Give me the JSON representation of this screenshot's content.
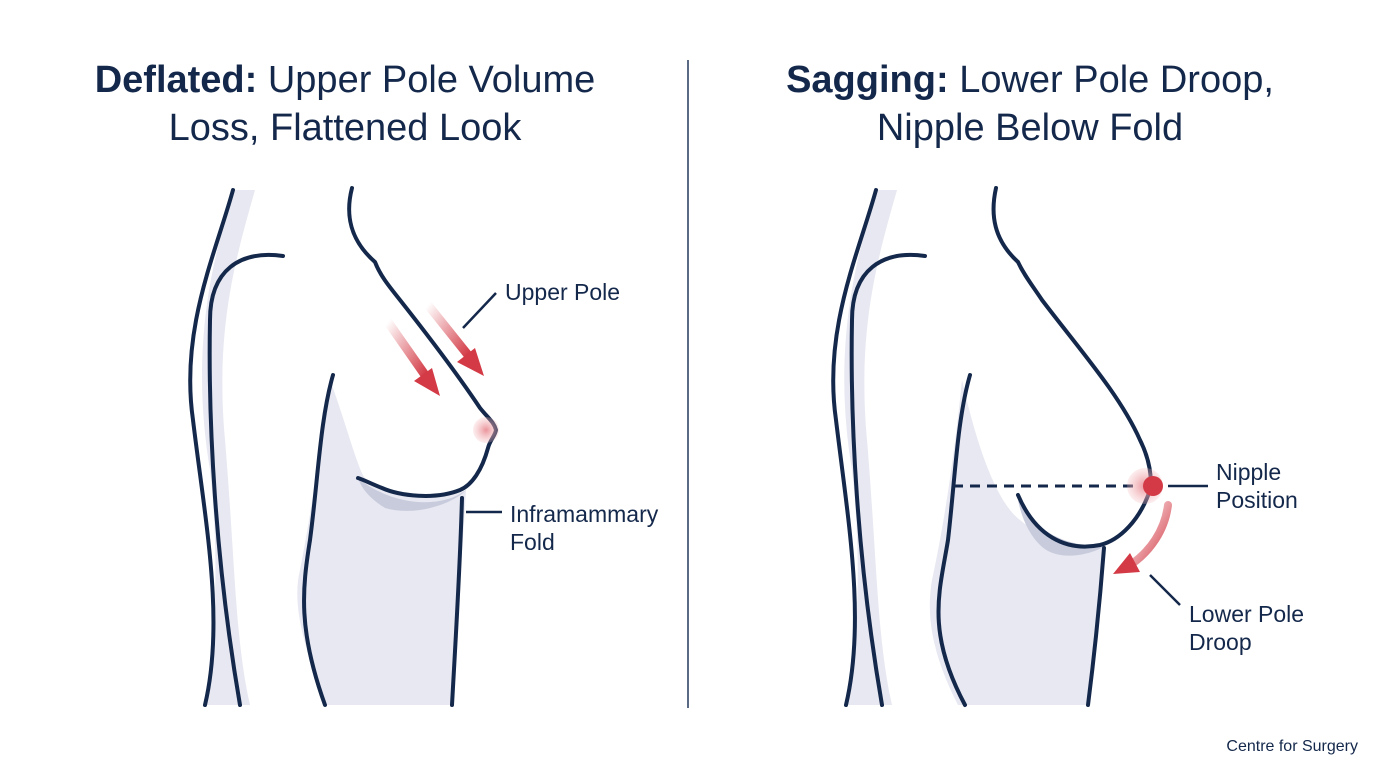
{
  "left_panel": {
    "title_bold": "Deflated:",
    "title_line1_rest": "Upper Pole Volume",
    "title_line2": "Loss, Flattened Look",
    "labels": {
      "upper_pole": "Upper Pole",
      "inframammary_line1": "Inframammary",
      "inframammary_line2": "Fold"
    }
  },
  "right_panel": {
    "title_bold": "Sagging:",
    "title_line1_rest": "Lower Pole Droop,",
    "title_line2": "Nipple Below Fold",
    "labels": {
      "nipple_line1": "Nipple",
      "nipple_line2": "Position",
      "lower_pole_line1": "Lower Pole",
      "lower_pole_line2": "Droop"
    }
  },
  "footer": "Centre for Surgery",
  "colors": {
    "outline": "#14284b",
    "shade": "#e7e8f1",
    "shade_dark": "#c8cbdc",
    "arrow": "#d33a45",
    "nipple_glow": "#f4b9bd"
  }
}
